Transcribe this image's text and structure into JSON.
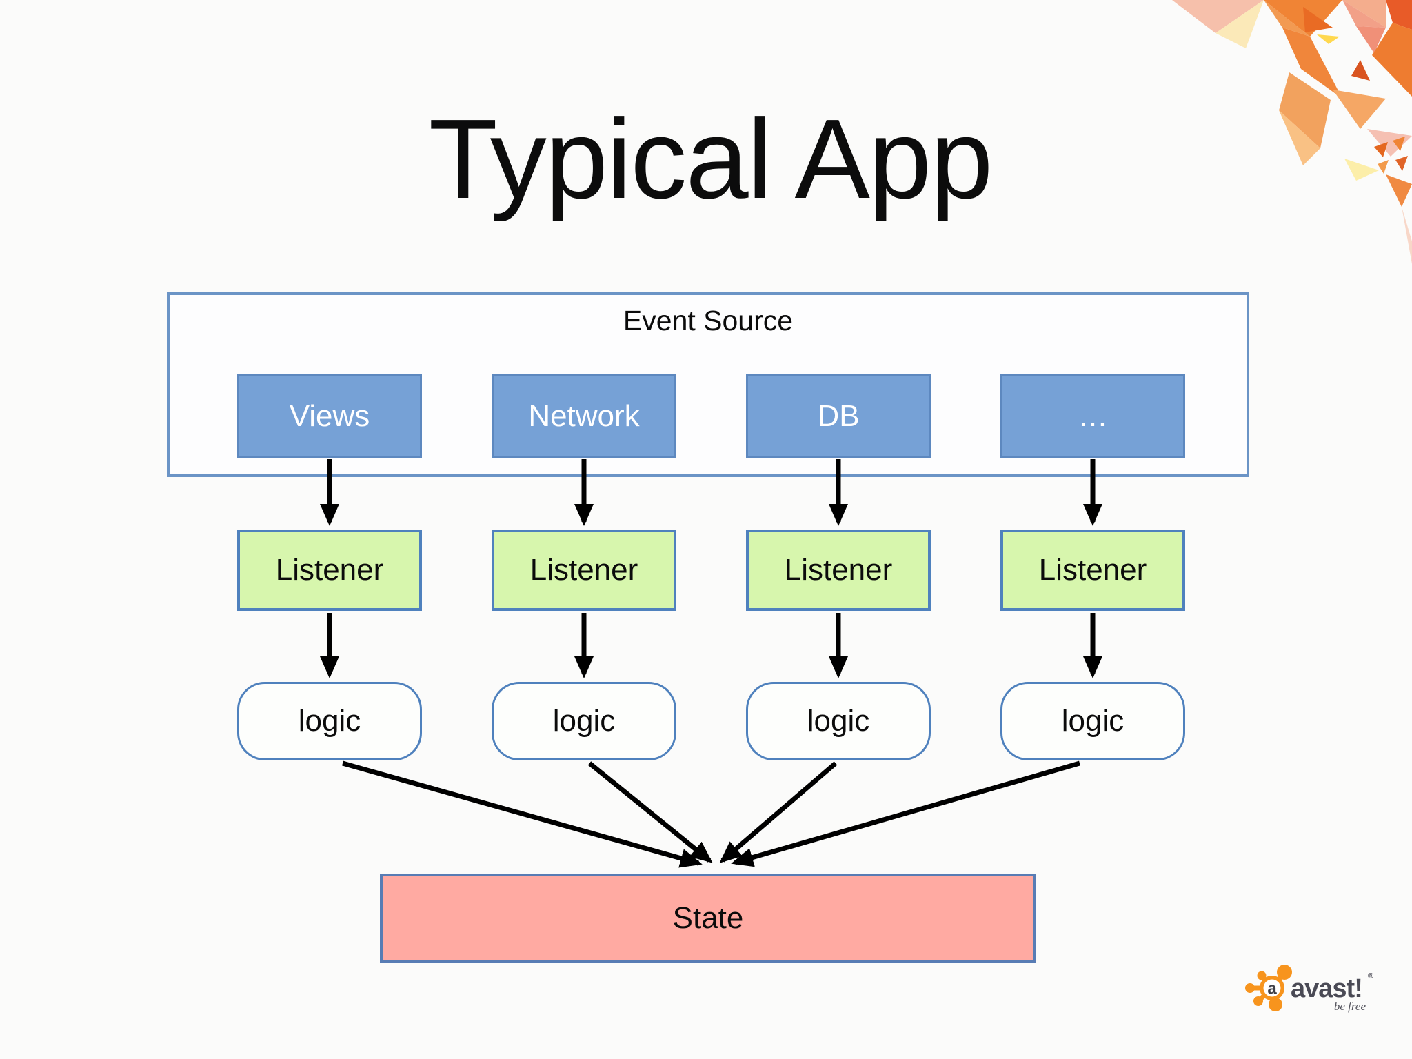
{
  "slide": {
    "title": "Typical App"
  },
  "diagram": {
    "event_source_label": "Event Source",
    "sources": [
      {
        "label": "Views"
      },
      {
        "label": "Network"
      },
      {
        "label": "DB"
      },
      {
        "label": "…"
      }
    ],
    "listeners": [
      {
        "label": "Listener"
      },
      {
        "label": "Listener"
      },
      {
        "label": "Listener"
      },
      {
        "label": "Listener"
      }
    ],
    "logic_nodes": [
      {
        "label": "logic"
      },
      {
        "label": "logic"
      },
      {
        "label": "logic"
      },
      {
        "label": "logic"
      }
    ],
    "state": {
      "label": "State"
    },
    "colors": {
      "source_fill": "#76a1d6",
      "source_border": "#5d88bf",
      "listener_fill": "#d7f6ad",
      "listener_border": "#4f81bd",
      "logic_fill": "#fdfefc",
      "logic_border": "#4f81bd",
      "state_fill": "#ffaaa2",
      "state_border": "#587cb4",
      "container_border": "#6b94c6",
      "arrow": "#000000"
    }
  },
  "branding": {
    "wordmark": "avast!",
    "registered": "®",
    "tagline": "be free",
    "brand_orange": "#f7941d",
    "wordmark_color": "#4a4a55"
  }
}
